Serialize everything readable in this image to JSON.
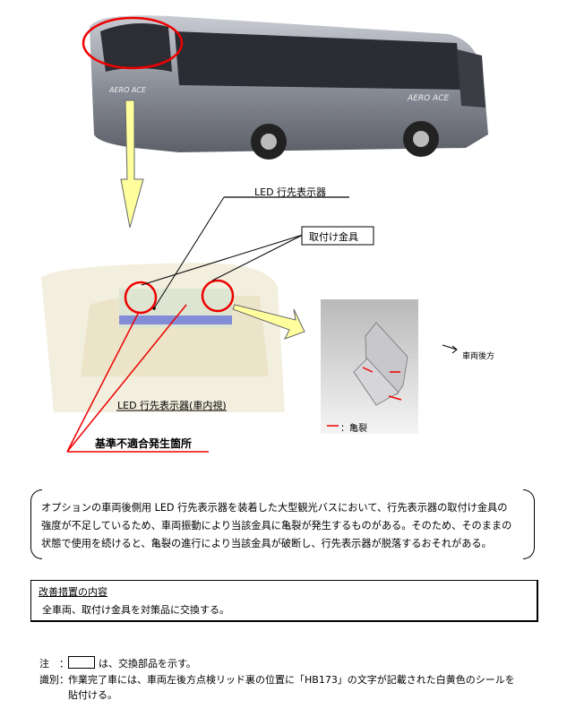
{
  "figure": {
    "bus_logo": "AERO ACE",
    "label_led_display": "LED 行先表示器",
    "label_bracket": "取付け金具",
    "label_interior_view": "LED 行先表示器(車内視)",
    "label_defect_location": "基準不適合発生箇所",
    "label_vehicle_rear": "車両後方",
    "legend_crack": "：亀裂"
  },
  "description": {
    "lines": [
      "オプションの車両後側用 LED 行先表示器を装着した大型観光バスにおいて、行先表示器の取付け金具の",
      "強度が不足しているため、車両振動により当該金具に亀裂が発生するものがある。そのため、そのままの",
      "状態で使用を続けると、亀裂の進行により当該金具が破断し、行先表示器が脱落するおそれがある。"
    ]
  },
  "measure": {
    "title": "改善措置の内容",
    "body": "全車両、取付け金具を対策品に交換する。"
  },
  "notes": {
    "note_label": "注　：",
    "note_text": "は、交換部品を示す。",
    "id_label": "識別：",
    "id_text_1": "作業完了車には、車両左後方点検リッド裏の位置に「HB173」の文字が記載された白黄色のシールを",
    "id_text_2": "貼付ける。"
  }
}
